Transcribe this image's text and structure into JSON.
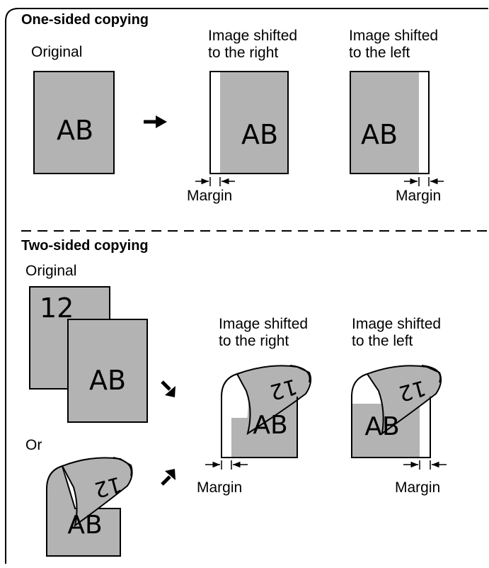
{
  "one_sided": {
    "heading": "One-sided copying",
    "original_label": "Original",
    "shift_right_label": [
      "Image shifted",
      "to the right"
    ],
    "shift_left_label": [
      "Image shifted",
      "to the left"
    ],
    "margin_label": "Margin",
    "page_text": "AB"
  },
  "two_sided": {
    "heading": "Two-sided copying",
    "original_label": "Original",
    "or_label": "Or",
    "shift_right_label": [
      "Image shifted",
      "to the right"
    ],
    "shift_left_label": [
      "Image shifted",
      "to the left"
    ],
    "margin_label": "Margin",
    "front_text": "AB",
    "back_text": "12"
  },
  "colors": {
    "page_fill": "#b3b3b3",
    "line": "#000000",
    "background": "#ffffff"
  }
}
